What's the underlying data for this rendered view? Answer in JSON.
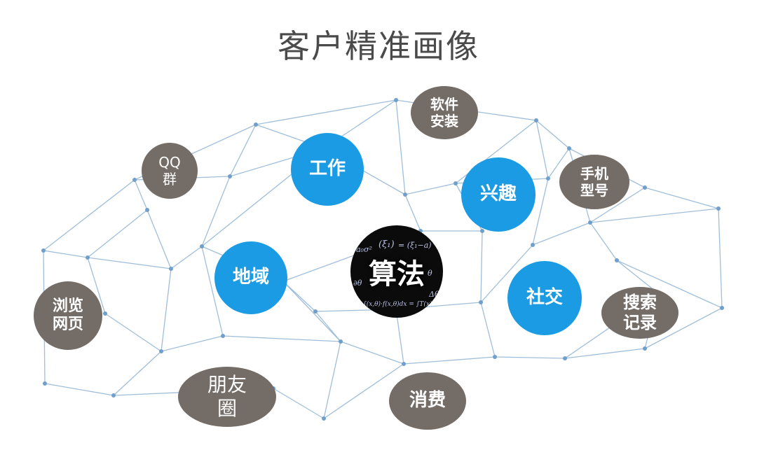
{
  "title": "客户精准画像",
  "center": {
    "label": "算法",
    "formulas": [
      "a₀σ²",
      "(ξ₁)",
      "= (ξ₁−a)",
      "∂θ",
      "θ",
      "∫(x,θ)·f(x,θ)dx = ∫T(x)",
      "Δθ"
    ]
  },
  "nodes": {
    "work": "工作",
    "interest": "兴趣",
    "region": "地域",
    "social": "社交",
    "software": "软件\n安装",
    "qq": "QQ\n群",
    "phone": "手机\n型号",
    "browse": "浏览\n网页",
    "search": "搜索\n记录",
    "moments": "朋友\n圈",
    "consume": "消费"
  },
  "colors": {
    "blue": "#1a9be4",
    "gray": "#736c67",
    "line": "#8fb3d4",
    "dot": "#6f9fcc"
  }
}
